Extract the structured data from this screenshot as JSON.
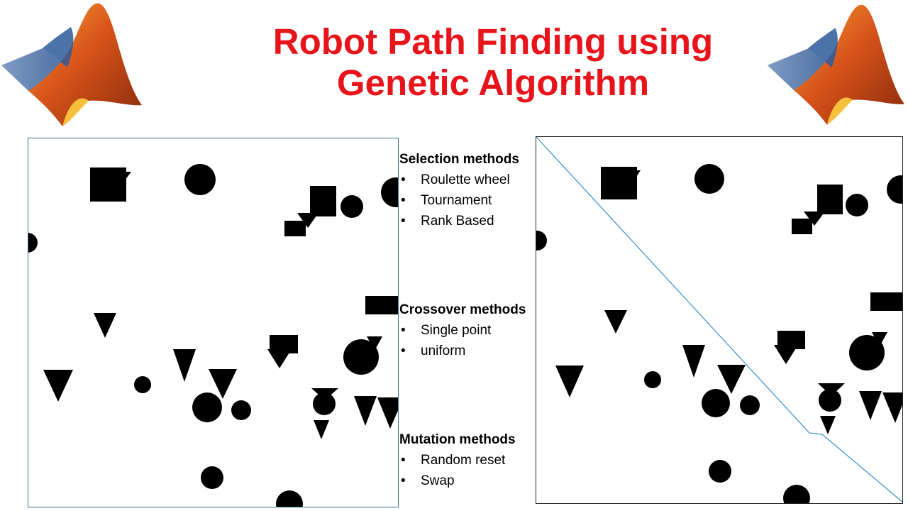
{
  "title": {
    "line1": "Robot Path Finding using",
    "line2": "Genetic Algorithm"
  },
  "logos": [
    "matlab-membrane-logo",
    "matlab-membrane-logo"
  ],
  "colors": {
    "title": "#e8141b",
    "path": "#3a8fd0",
    "obstacle": "#000000",
    "border": "#2f6f8f"
  },
  "methods": {
    "selection": {
      "heading": "Selection methods",
      "items": [
        "Roulette wheel",
        "Tournament",
        "Rank Based"
      ]
    },
    "crossover": {
      "heading": "Crossover methods",
      "items": [
        "Single point",
        "uniform"
      ]
    },
    "mutation": {
      "heading": "Mutation methods",
      "items": [
        "Random reset",
        "Swap"
      ]
    }
  },
  "bullet": "•"
}
